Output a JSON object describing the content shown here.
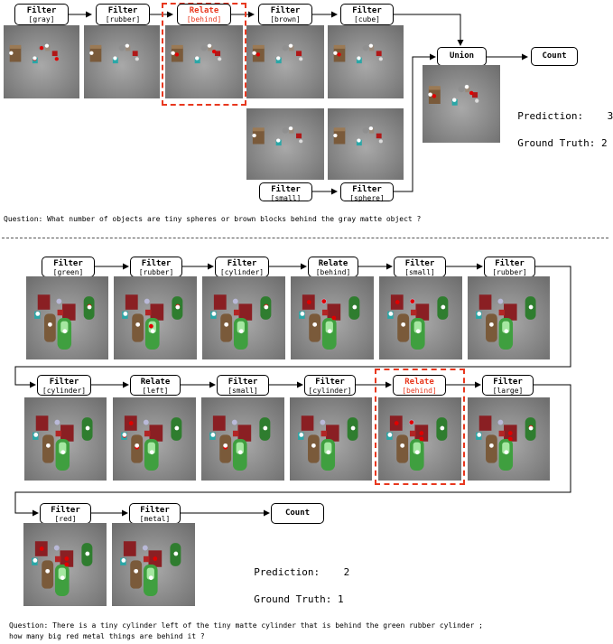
{
  "example1": {
    "nodes": [
      {
        "title": "Filter",
        "arg": "[gray]"
      },
      {
        "title": "Filter",
        "arg": "[rubber]"
      },
      {
        "title": "Relate",
        "arg": "[behind]",
        "highlight": true
      },
      {
        "title": "Filter",
        "arg": "[brown]"
      },
      {
        "title": "Filter",
        "arg": "[cube]"
      },
      {
        "title": "Filter",
        "arg": "[small]"
      },
      {
        "title": "Filter",
        "arg": "[sphere]"
      }
    ],
    "union_label": "Union",
    "count_label": "Count",
    "prediction_label": "Prediction:",
    "prediction_value": "3",
    "truth_label": "Ground Truth:",
    "truth_value": "2",
    "question": "Question: What number of objects are tiny spheres or brown blocks behind the gray matte object ?"
  },
  "example2": {
    "nodes": [
      {
        "title": "Filter",
        "arg": "[green]"
      },
      {
        "title": "Filter",
        "arg": "[rubber]"
      },
      {
        "title": "Filter",
        "arg": "[cylinder]"
      },
      {
        "title": "Relate",
        "arg": "[behind]"
      },
      {
        "title": "Filter",
        "arg": "[small]"
      },
      {
        "title": "Filter",
        "arg": "[rubber]"
      },
      {
        "title": "Filter",
        "arg": "[cylinder]"
      },
      {
        "title": "Relate",
        "arg": "[left]"
      },
      {
        "title": "Filter",
        "arg": "[small]"
      },
      {
        "title": "Filter",
        "arg": "[cylinder]"
      },
      {
        "title": "Relate",
        "arg": "[behind]",
        "highlight": true
      },
      {
        "title": "Filter",
        "arg": "[large]"
      },
      {
        "title": "Filter",
        "arg": "[red]"
      },
      {
        "title": "Filter",
        "arg": "[metal]"
      }
    ],
    "count_label": "Count",
    "prediction_label": "Prediction:",
    "prediction_value": "2",
    "truth_label": "Ground Truth:",
    "truth_value": "1",
    "question_line1": "Question: There is a tiny cylinder left of the tiny matte cylinder that is behind the green rubber cylinder ;",
    "question_line2": "how many big red metal things are behind it ?"
  },
  "colors": {
    "highlight": "#e8381f",
    "attention": "#e00000",
    "floor": "#8a8a8a"
  }
}
